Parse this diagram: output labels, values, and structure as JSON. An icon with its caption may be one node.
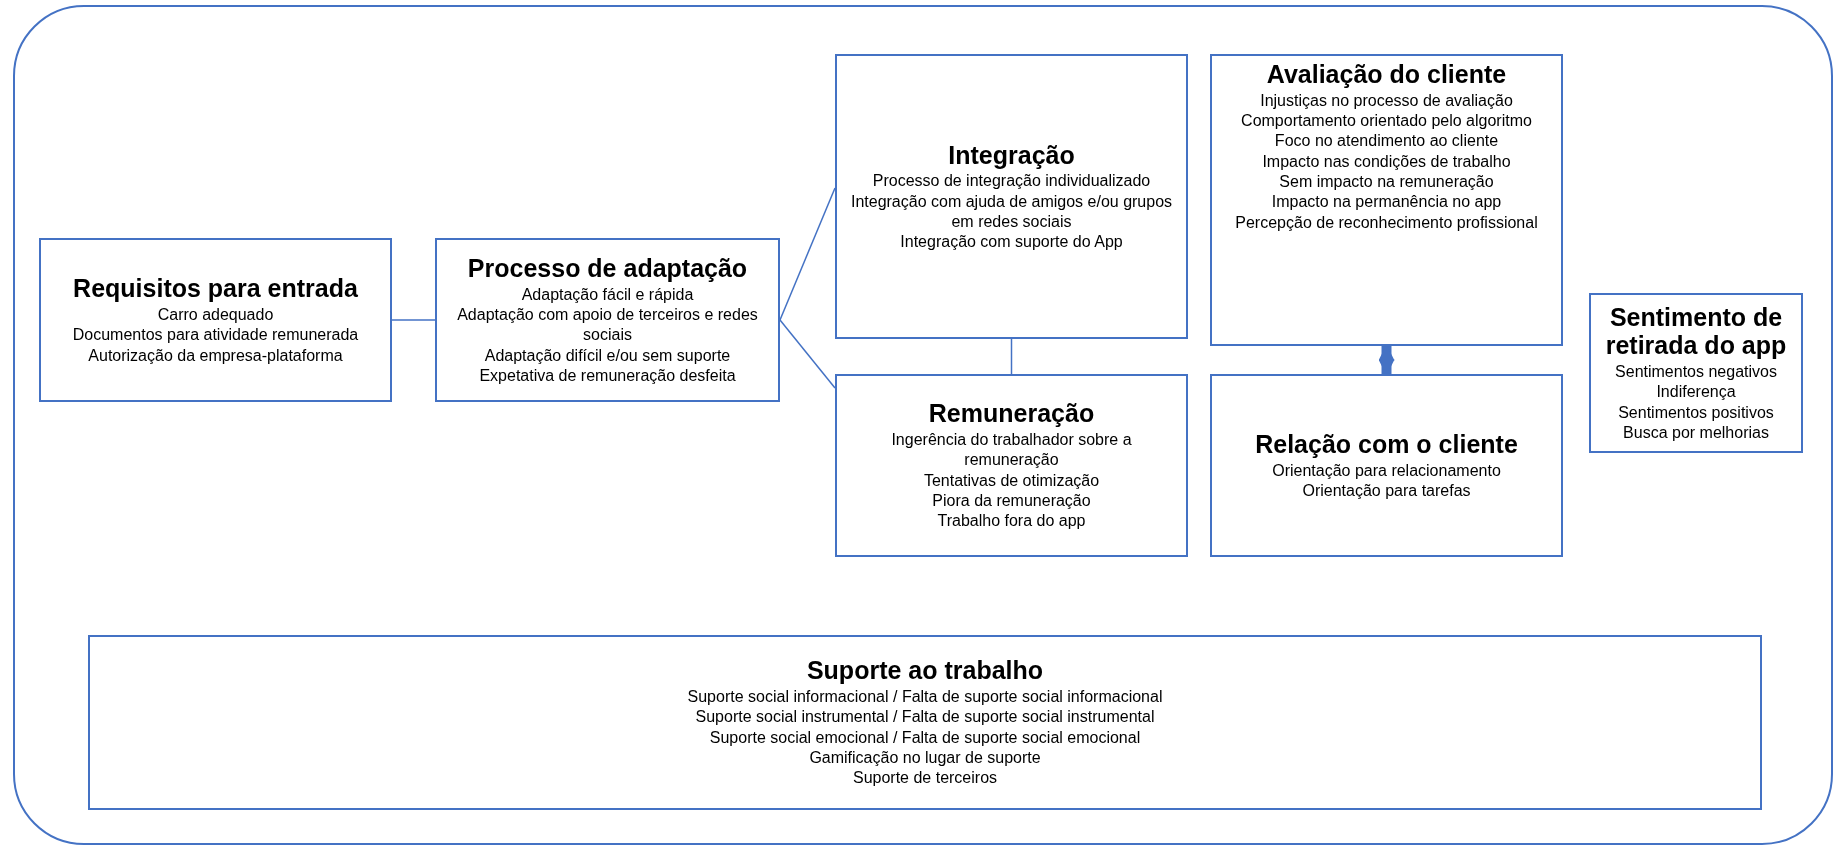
{
  "diagram": {
    "nodes": [
      {
        "text": [
          "Requisitos para entrada",
          "Carro adequado",
          "Documentos para atividade remunerada",
          "Autorização da empresa-plataforma"
        ]
      },
      {
        "text": [
          "Processo de adaptação",
          "Adaptação fácil e rápida",
          "Adaptação com apoio de terceiros e redes sociais",
          "Adaptação difícil e/ou sem suporte",
          "Expetativa de remuneração desfeita"
        ]
      },
      {
        "text": [
          "Integração",
          "Processo de integração individualizado",
          "Integração com ajuda de amigos e/ou grupos em redes sociais",
          "Integração com suporte do App"
        ]
      },
      {
        "text": [
          "Avaliação do cliente",
          "Injustiças no processo de avaliação",
          "Comportamento orientado pelo algoritmo",
          "Foco no atendimento ao cliente",
          "Impacto nas condições de trabalho",
          "Sem impacto na remuneração",
          "Impacto na permanência no app",
          "Percepção de reconhecimento profissional"
        ]
      },
      {
        "text": [
          "Sentimento de retirada do app",
          "Sentimentos negativos",
          "Indiferença",
          "Sentimentos positivos",
          "Busca por melhorias"
        ]
      },
      {
        "text": [
          "Remuneração",
          "Ingerência do trabalhador sobre a remuneração",
          "Tentativas de otimização",
          "Piora da remuneração",
          "Trabalho fora do app"
        ]
      },
      {
        "text": [
          "Relação com o cliente",
          "Orientação para relacionamento",
          "Orientação para tarefas"
        ]
      },
      {
        "text": [
          "Suporte ao trabalho",
          "Suporte social informacional / Falta de suporte social informacional",
          "Suporte social instrumental / Falta de suporte social instrumental",
          "Suporte social emocional / Falta de suporte social emocional",
          "Gamificação no lugar de suporte",
          "Suporte de terceiros"
        ]
      }
    ],
    "edges": [
      {
        "from": 0,
        "to": 1,
        "arrow": "none"
      },
      {
        "from": 1,
        "to": 2,
        "arrow": "none"
      },
      {
        "from": 1,
        "to": 5,
        "arrow": "none"
      },
      {
        "from": 2,
        "to": 5,
        "arrow": "none"
      },
      {
        "from": 3,
        "to": 6,
        "arrow": "both",
        "style": "thick"
      }
    ]
  }
}
